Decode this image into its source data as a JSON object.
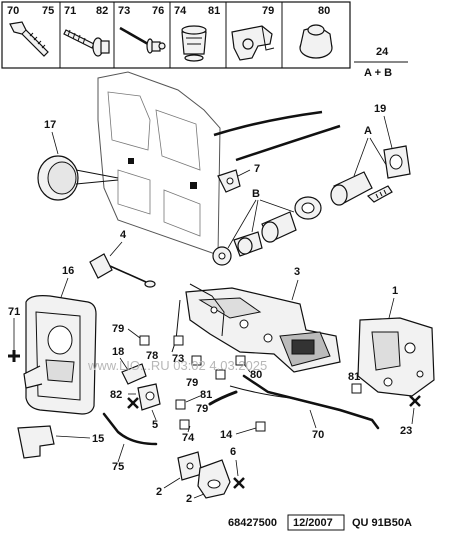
{
  "header_refs": [
    "70",
    "75",
    "71",
    "82",
    "73",
    "76",
    "74",
    "81",
    "79",
    "80"
  ],
  "callouts": [
    "17",
    "7",
    "B",
    "A",
    "19",
    "24",
    "A + B",
    "4",
    "16",
    "3",
    "1",
    "71",
    "79",
    "18",
    "78",
    "73",
    "79",
    "81",
    "82",
    "5",
    "81",
    "79",
    "74",
    "80",
    "14",
    "70",
    "23",
    "15",
    "75",
    "6",
    "2"
  ],
  "footer": {
    "ref": "68427500",
    "date": "12/2007",
    "code": "QU 91B50A"
  },
  "watermark": "www.LIO...RU 03:02 4.03.2025"
}
